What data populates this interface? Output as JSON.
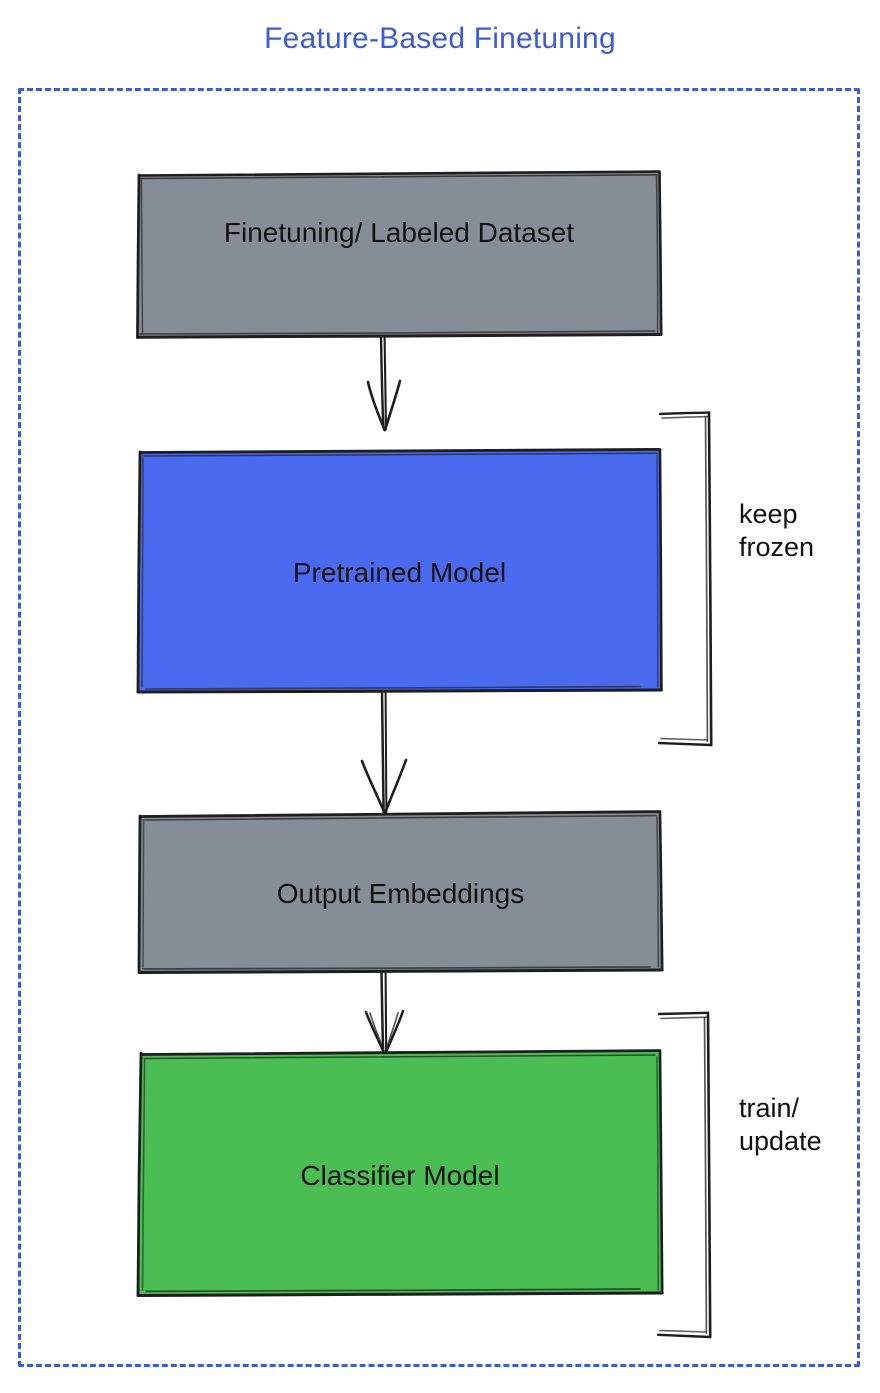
{
  "diagram": {
    "title": "Feature-Based Finetuning",
    "title_color": "#3b5bdb",
    "frame_style": "dashed",
    "frame_color": "#3b5bdb",
    "background": "#ffffff",
    "nodes": [
      {
        "id": "dataset",
        "label": "Finetuning/ Labeled Dataset",
        "fill": "#868d96",
        "stroke": "#1e1e1e",
        "text_color": "#111111"
      },
      {
        "id": "pretrained",
        "label": "Pretrained Model",
        "fill": "#4a6bf0",
        "stroke": "#1e1e1e",
        "text_color": "#111111"
      },
      {
        "id": "embeddings",
        "label": "Output Embeddings",
        "fill": "#868d96",
        "stroke": "#1e1e1e",
        "text_color": "#111111"
      },
      {
        "id": "classifier",
        "label": "Classifier Model",
        "fill": "#4abd53",
        "stroke": "#1e1e1e",
        "text_color": "#111111"
      }
    ],
    "edges": [
      {
        "id": "edge-dataset-pretrained",
        "from": "dataset",
        "to": "pretrained",
        "label": ""
      },
      {
        "id": "edge-pretrained-embeddings",
        "from": "pretrained",
        "to": "embeddings",
        "label": ""
      },
      {
        "id": "edge-embeddings-classifier",
        "from": "embeddings",
        "to": "classifier",
        "label": ""
      }
    ],
    "annotations": [
      {
        "id": "keep-frozen",
        "label": "keep\nfrozen",
        "targets": [
          "pretrained"
        ],
        "bracket": "right"
      },
      {
        "id": "train-update",
        "label": "train/\nupdate",
        "targets": [
          "classifier"
        ],
        "bracket": "right"
      }
    ]
  }
}
